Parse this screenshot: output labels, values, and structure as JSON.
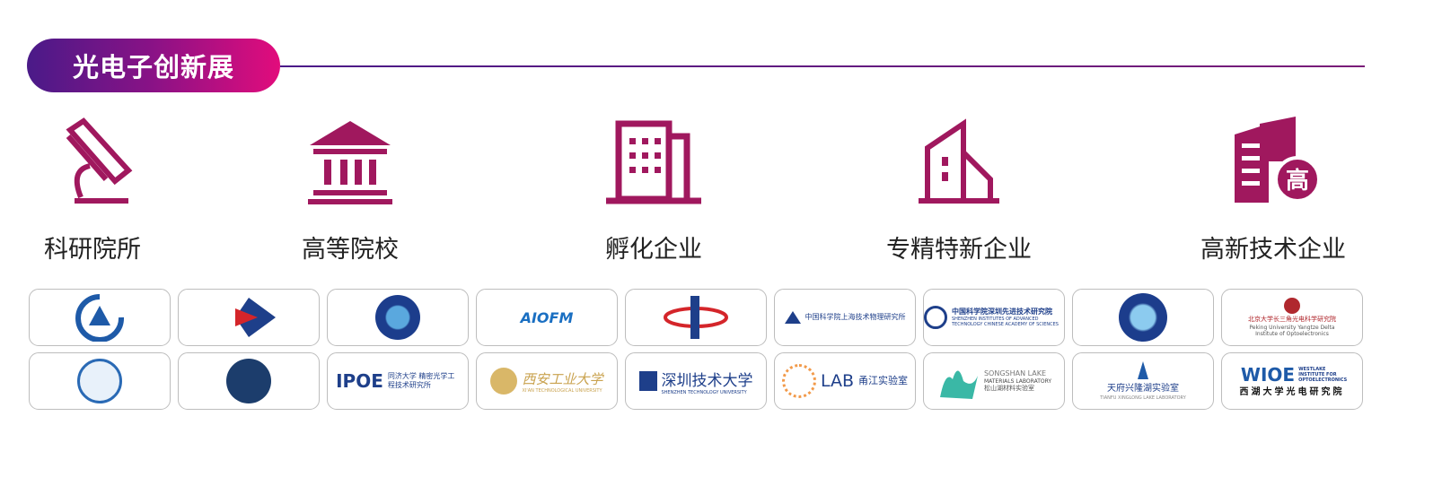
{
  "header": {
    "title": "光电子创新展"
  },
  "categories": [
    {
      "label": "科研院所",
      "icon": "pen-research-icon"
    },
    {
      "label": "高等院校",
      "icon": "university-building-icon"
    },
    {
      "label": "孵化企业",
      "icon": "office-building-icon"
    },
    {
      "label": "专精特新企业",
      "icon": "factory-building-icon"
    },
    {
      "label": "高新技术企业",
      "icon": "high-tech-building-icon"
    }
  ],
  "logos_row1": [
    {
      "name": "institute-logo-1"
    },
    {
      "name": "institute-logo-2"
    },
    {
      "name": "university-seal-logo"
    },
    {
      "name": "aiofm-logo",
      "text": "AIOFM"
    },
    {
      "name": "institute-logo-e"
    },
    {
      "name": "cas-shanghai-institute-logo",
      "text": "中国科学院上海技术物理研究所"
    },
    {
      "name": "cas-shenzhen-siat-logo",
      "text": "中国科学院深圳先进技术研究院",
      "sub": "SHENZHEN INSTITUTES OF ADVANCED TECHNOLOGY CHINESE ACADEMY OF SCIENCES"
    },
    {
      "name": "university-seal-logo-2"
    },
    {
      "name": "pku-yangtze-delta-logo",
      "text": "北京大学长三角光电科学研究院",
      "sub": "Peking University Yangtze Delta Institute of Optoelectronics"
    }
  ],
  "logos_row2": [
    {
      "name": "university-seal-logo-3"
    },
    {
      "name": "university-seal-logo-4"
    },
    {
      "name": "ipoe-logo",
      "text": "IPOE",
      "sub": "同济大学 精密光学工程技术研究所"
    },
    {
      "name": "xatu-logo",
      "text": "西安工业大学",
      "sub": "XI'AN TECHNOLOGICAL UNIVERSITY"
    },
    {
      "name": "sztu-logo",
      "text": "深圳技术大学",
      "sub": "SHENZHEN TECHNOLOGY UNIVERSITY"
    },
    {
      "name": "ylab-logo",
      "text": "LAB",
      "sub": "甬江实验室"
    },
    {
      "name": "songshan-lake-logo",
      "text": "SONGSHAN LAKE",
      "sub": "MATERIALS LABORATORY",
      "sub2": "松山湖材料实验室"
    },
    {
      "name": "tianfu-lab-logo",
      "text": "天府兴隆湖实验室",
      "sub": "TIANFU XINGLONG LAKE LABORATORY"
    },
    {
      "name": "wioe-logo",
      "text": "WIOE",
      "sub": "WESTLAKE INSTITUTE FOR OPTOELECTRONICS",
      "sub2": "西湖大学光电研究院"
    }
  ],
  "colors": {
    "accent": "#a0185e",
    "pill_start": "#4a1a88",
    "pill_end": "#e20c7c"
  }
}
